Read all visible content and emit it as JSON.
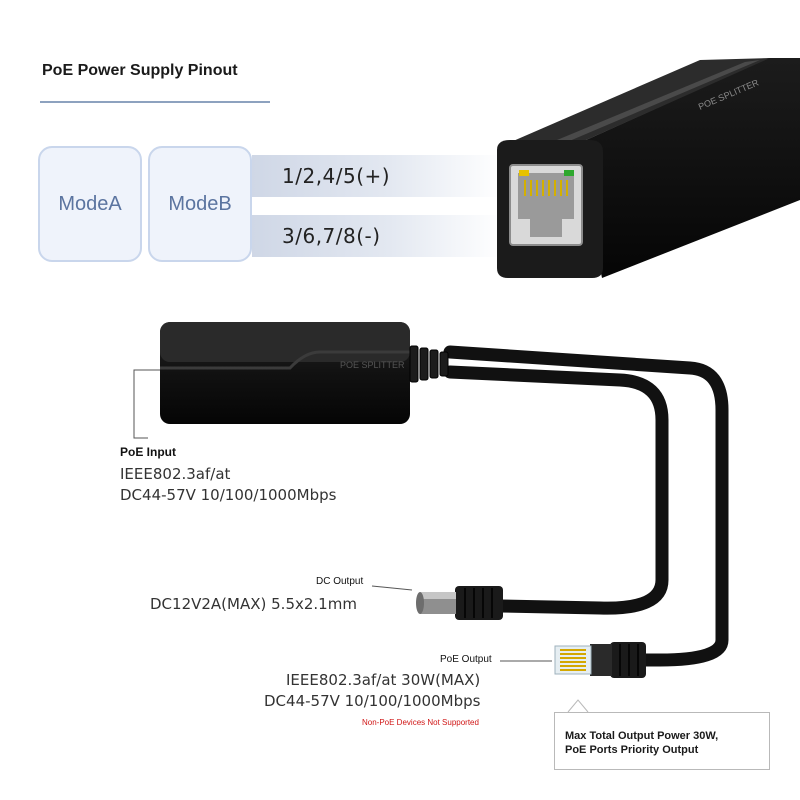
{
  "header": {
    "title": "PoE Power Supply Pinout"
  },
  "pinout": {
    "modes": [
      "ModeA",
      "ModeB"
    ],
    "positive": "1/2,4/5(+)",
    "negative": "3/6,7/8(-)"
  },
  "device": {
    "brand_text": "POE SPLITTER"
  },
  "poe_input": {
    "heading": "PoE Input",
    "line1": "IEEE802.3af/at",
    "line2": "DC44-57V 10/100/1000Mbps"
  },
  "dc_output": {
    "heading": "DC Output",
    "line1": "DC12V2A(MAX) 5.5x2.1mm"
  },
  "poe_output": {
    "heading": "PoE Output",
    "line1": "IEEE802.3af/at 30W(MAX)",
    "line2": "DC44-57V 10/100/1000Mbps",
    "warning": "Non-PoE Devices Not Supported"
  },
  "note": {
    "line1": "Max Total Output Power 30W,",
    "line2": "PoE Ports Priority Output"
  },
  "colors": {
    "accent": "#5b74a0",
    "warning": "#d01616",
    "device": "#111111"
  }
}
